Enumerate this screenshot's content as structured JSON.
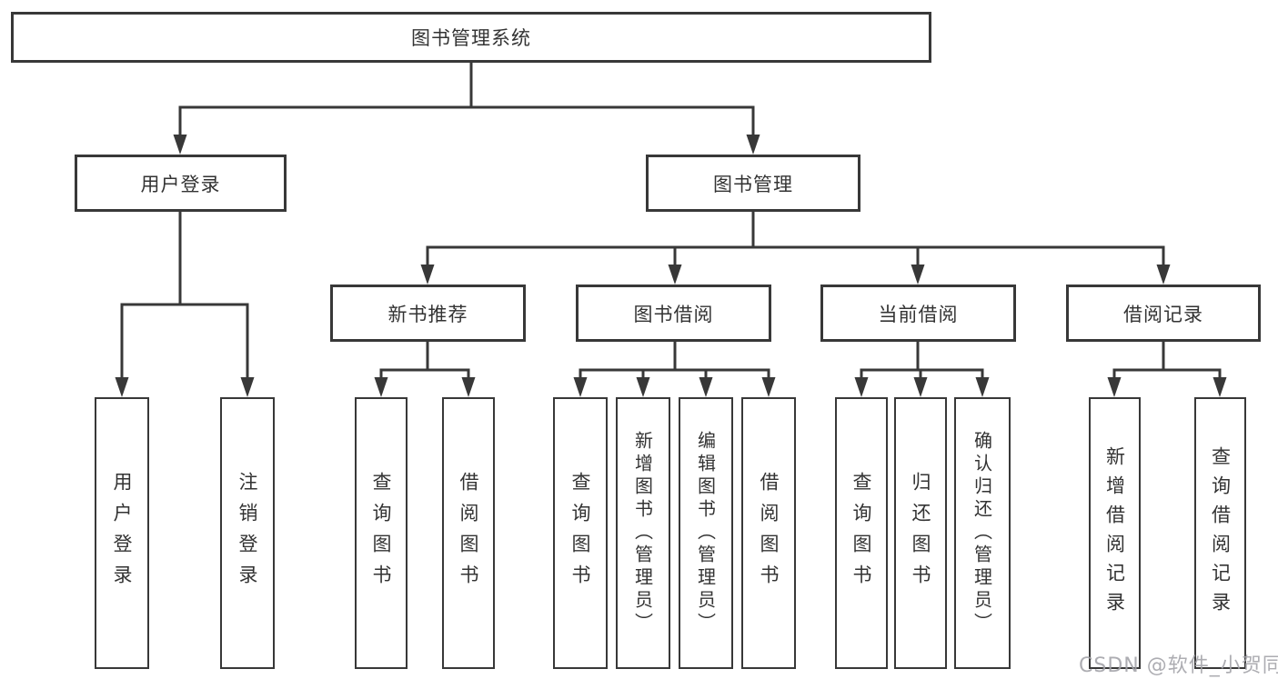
{
  "diagram": {
    "root": {
      "label": "图书管理系统"
    },
    "children": [
      {
        "label": "用户登录",
        "children": [
          {
            "label": "用户登录"
          },
          {
            "label": "注销登录"
          }
        ]
      },
      {
        "label": "图书管理",
        "children": [
          {
            "label": "新书推荐",
            "children": [
              {
                "label": "查询图书"
              },
              {
                "label": "借阅图书"
              }
            ]
          },
          {
            "label": "图书借阅",
            "children": [
              {
                "label": "查询图书"
              },
              {
                "label": "新增图书（管理员）"
              },
              {
                "label": "编辑图书（管理员）"
              },
              {
                "label": "借阅图书"
              }
            ]
          },
          {
            "label": "当前借阅",
            "children": [
              {
                "label": "查询图书"
              },
              {
                "label": "归还图书"
              },
              {
                "label": "确认归还（管理员）"
              }
            ]
          },
          {
            "label": "借阅记录",
            "children": [
              {
                "label": "新增借阅记录"
              },
              {
                "label": "查询借阅记录"
              }
            ]
          }
        ]
      }
    ]
  },
  "watermark": {
    "text": "CSDN @软件_小贺同学"
  },
  "colors": {
    "line": "#383838",
    "text": "#333333",
    "background": "#ffffff",
    "watermark": "#a2a2a8"
  }
}
